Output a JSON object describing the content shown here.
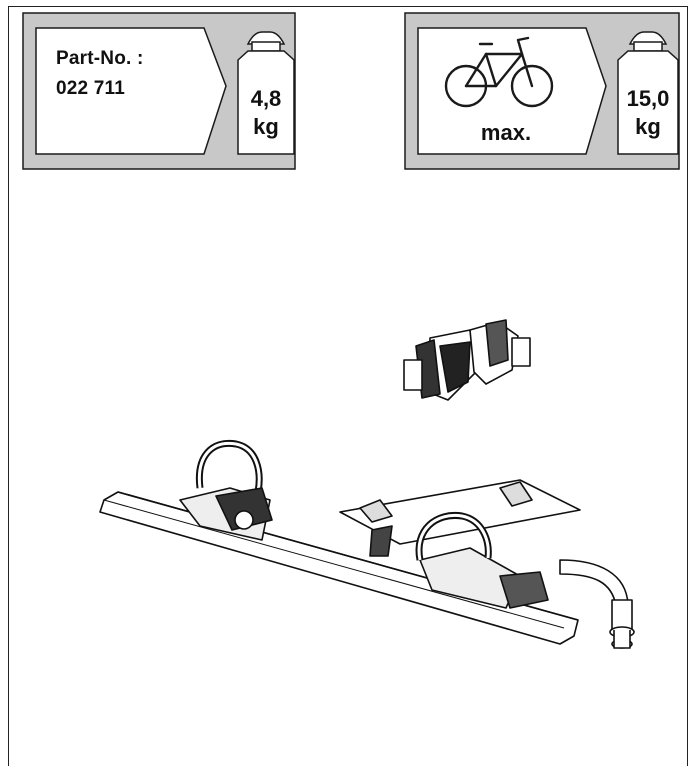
{
  "part_badge": {
    "label": "Part-No. :",
    "number": "022 711",
    "weight_value": "4,8",
    "weight_unit": "kg"
  },
  "load_badge": {
    "bike_caption": "max.",
    "weight_value": "15,0",
    "weight_unit": "kg",
    "icon": "bicycle-icon"
  },
  "icons": {
    "weight": "weight-icon",
    "bike": "bicycle-icon"
  },
  "colors": {
    "badge_bg": "#c8c8c8",
    "line": "#1a1a1a",
    "panel": "#ffffff"
  }
}
